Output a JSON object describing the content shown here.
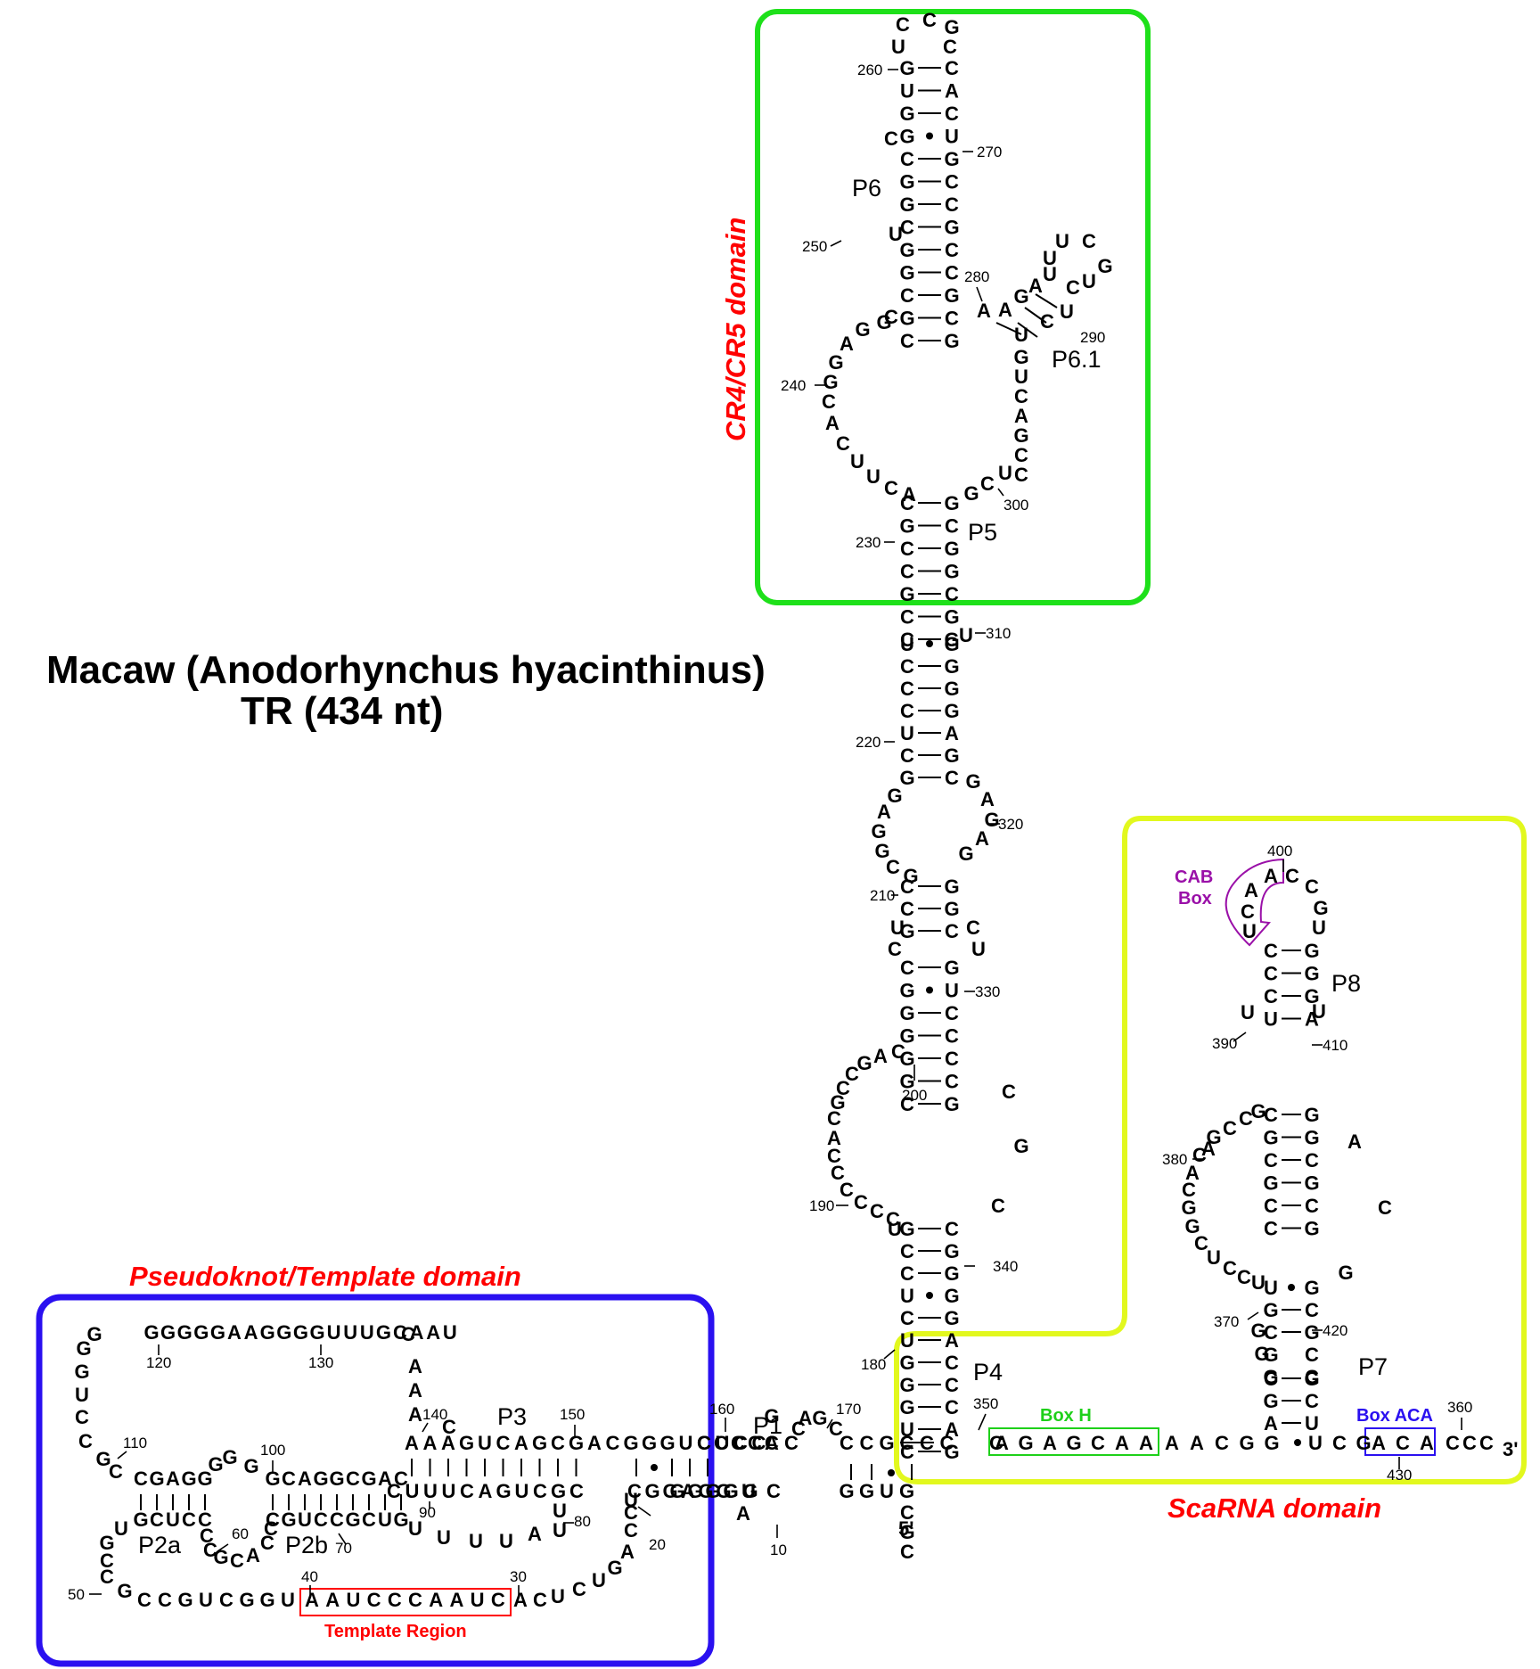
{
  "title": {
    "line1": "Macaw (Anodorhynchus hyacinthinus)",
    "line2": "TR (434 nt)"
  },
  "domains": {
    "cr4cr5": {
      "label": "CR4/CR5 domain",
      "color": "#1ee01a",
      "label_color": "#ff0000"
    },
    "pseudoknot": {
      "label": "Pseudoknot/Template domain",
      "color": "#2a10f0",
      "label_color": "#ff0000"
    },
    "scarna": {
      "label": "ScaRNA domain",
      "color": "#e2f81e",
      "label_color": "#ff0000"
    }
  },
  "motifs": {
    "box_h": {
      "label": "Box H",
      "sequence": "AGAGCAA",
      "color": "#1ed01a"
    },
    "box_aca": {
      "label": "Box ACA",
      "sequence": "ACA",
      "color": "#2a10f0"
    },
    "cab_box": {
      "label_line1": "CAB",
      "label_line2": "Box",
      "sequence": "UCAA",
      "color": "#9a10a8"
    },
    "template": {
      "label": "Template Region",
      "sequence": "AAUCCCAAUC",
      "color": "#ff0000"
    }
  },
  "helices": [
    "P1",
    "P2a",
    "P2b",
    "P3",
    "P4",
    "P5",
    "P6",
    "P6.1",
    "P7",
    "P8"
  ],
  "ends": {
    "five_prime": "5'",
    "three_prime": "3'"
  },
  "position_labels": [
    "10",
    "20",
    "30",
    "40",
    "50",
    "60",
    "70",
    "80",
    "90",
    "100",
    "110",
    "120",
    "130",
    "140",
    "150",
    "160",
    "170",
    "180",
    "190",
    "200",
    "210",
    "220",
    "230",
    "240",
    "250",
    "260",
    "270",
    "280",
    "290",
    "300",
    "310",
    "320",
    "330",
    "340",
    "350",
    "360",
    "370",
    "380",
    "390",
    "400",
    "410",
    "420",
    "430"
  ]
}
